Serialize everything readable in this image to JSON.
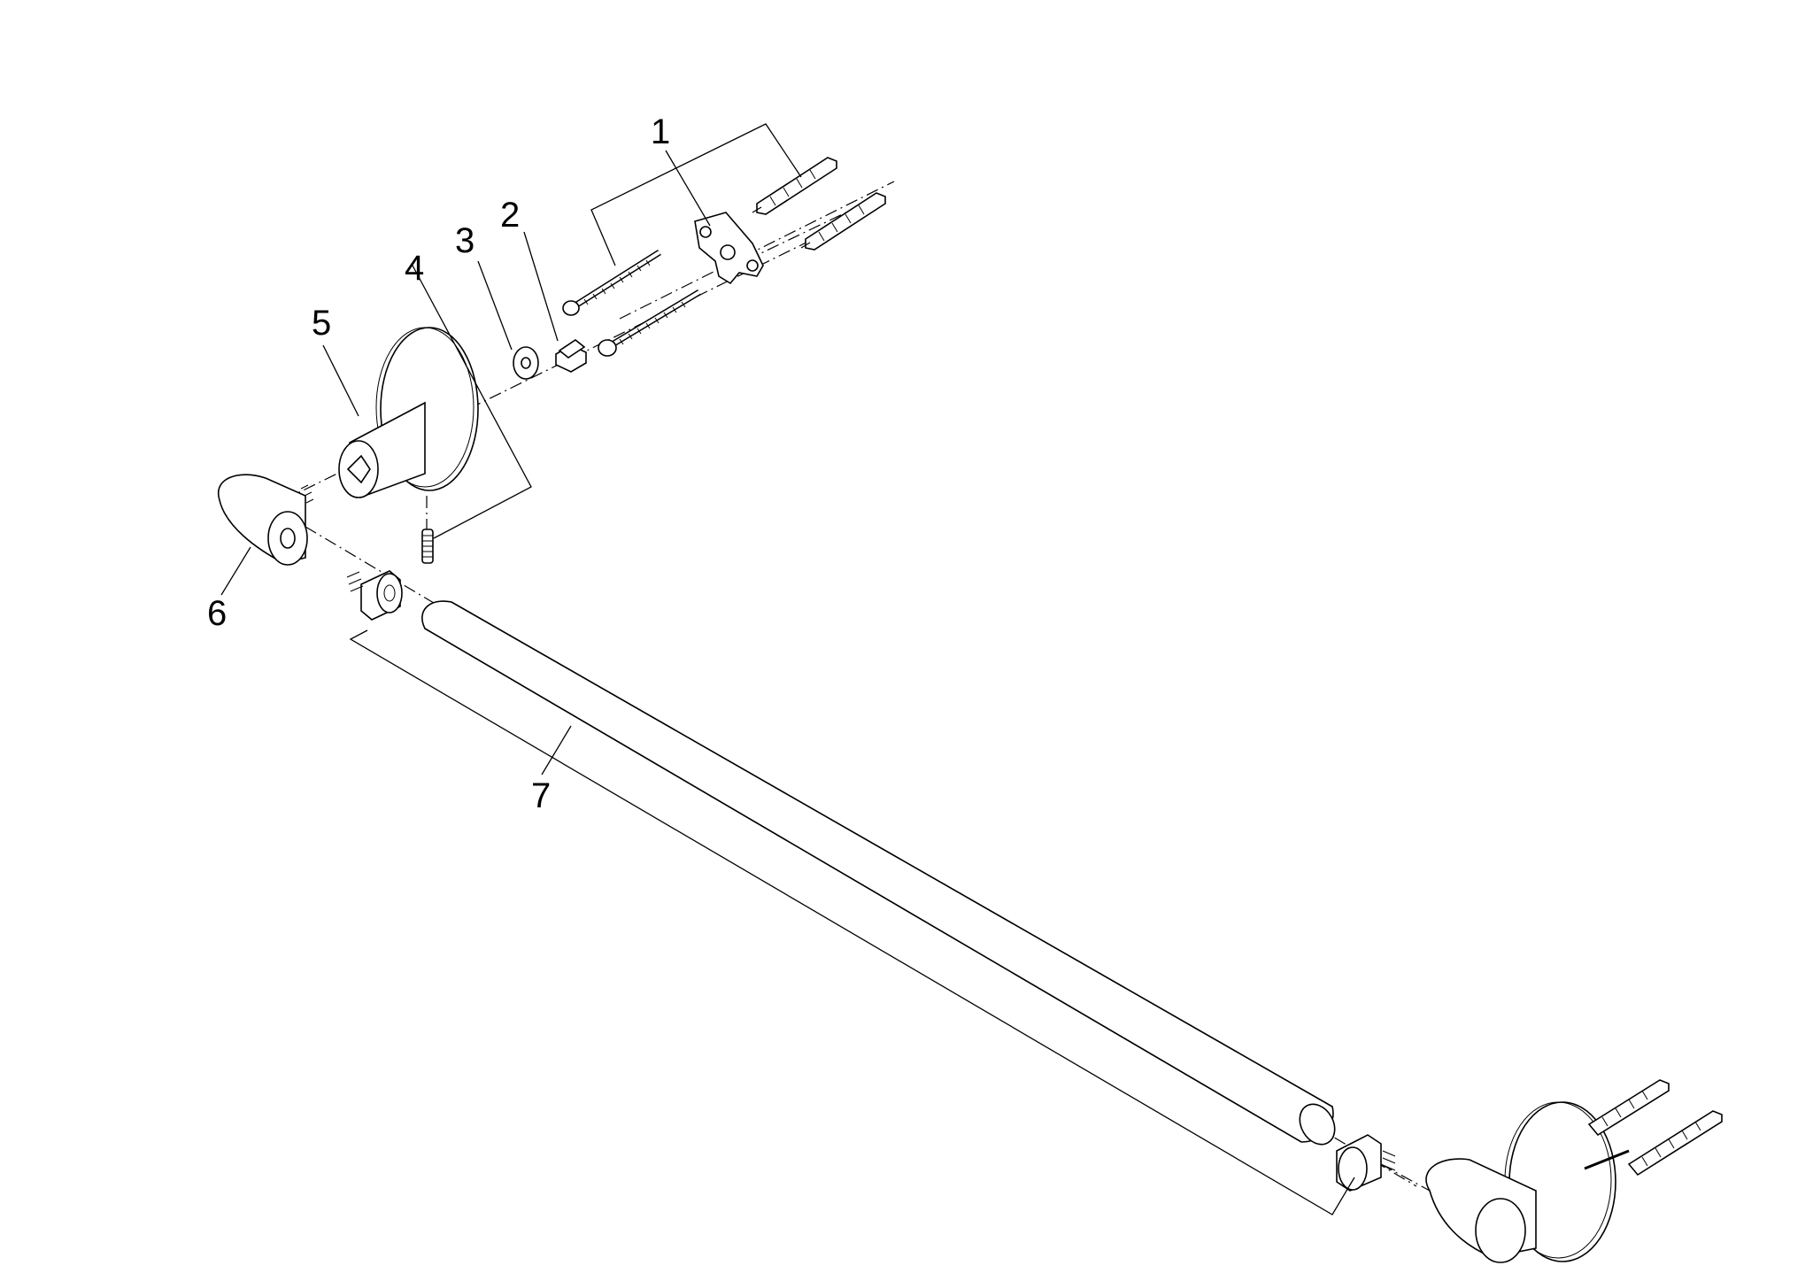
{
  "diagram": {
    "callouts": [
      {
        "id": "1",
        "text": "1"
      },
      {
        "id": "2",
        "text": "2"
      },
      {
        "id": "3",
        "text": "3"
      },
      {
        "id": "4",
        "text": "4"
      },
      {
        "id": "5",
        "text": "5"
      },
      {
        "id": "6",
        "text": "6"
      },
      {
        "id": "7",
        "text": "7"
      }
    ],
    "colors": {
      "line": "#000000",
      "background": "#ffffff"
    }
  }
}
